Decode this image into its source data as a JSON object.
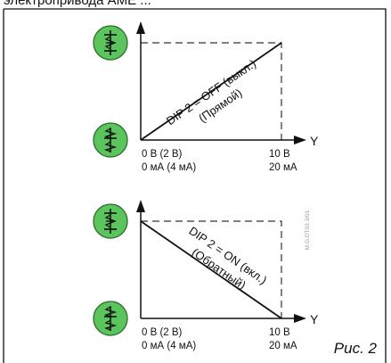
{
  "header_fragment": "электропривода AME ...",
  "watermark": "M.G.DT03.3/01",
  "figure_label": "Рис. 2",
  "colors": {
    "valve_fill": "#5cc45c",
    "valve_dark": "#2e8b2e",
    "line": "#111111",
    "dash": "#333333"
  },
  "icons": [
    "valve-open-icon",
    "valve-closed-icon"
  ],
  "diagrams": [
    {
      "id": "direct",
      "curve_label_top": "DIP 2 = OFF (выкл.)",
      "curve_label_bottom": "(Прямой)",
      "y_axis_label": "Y",
      "x_left_line1": "0 В (2 В)",
      "x_left_line2": "0 мА (4 мА)",
      "x_right_line1": "10 В",
      "x_right_line2": "20 мА"
    },
    {
      "id": "reverse",
      "curve_label_top": "DIP 2 = ON (вкл.)",
      "curve_label_bottom": "(Обратный)",
      "y_axis_label": "Y",
      "x_left_line1": "0 В (2 В)",
      "x_left_line2": "0 мА (4 мА)",
      "x_right_line1": "10 В",
      "x_right_line2": "20 мА"
    }
  ]
}
